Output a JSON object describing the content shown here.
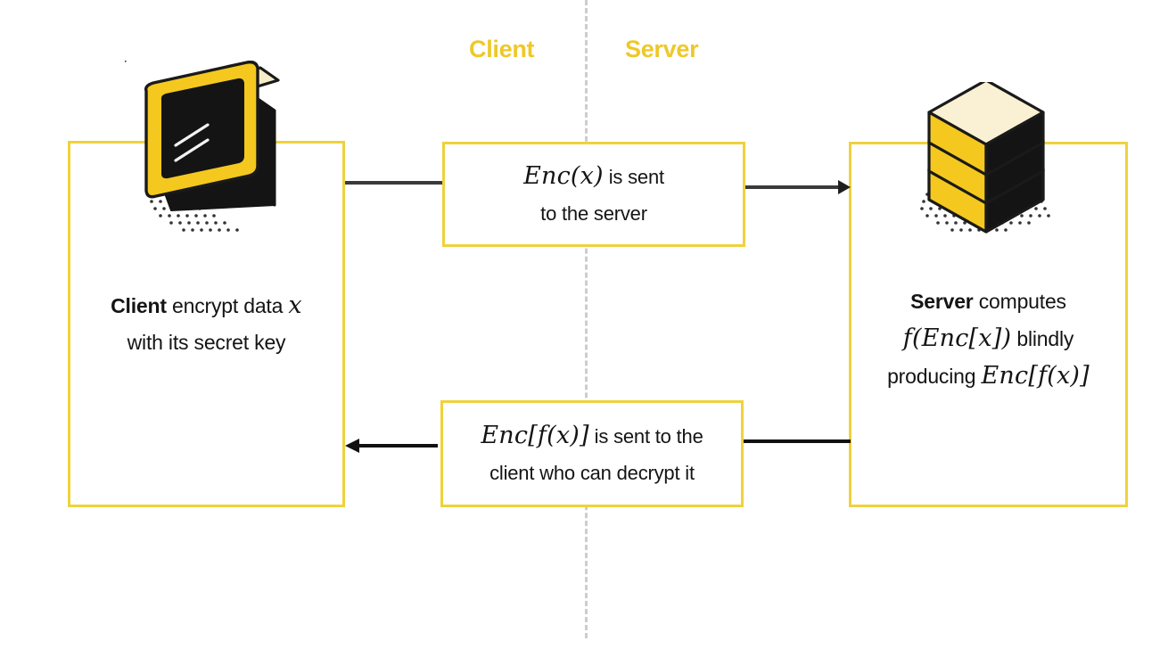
{
  "diagram": {
    "title": "Homomorphic encryption client-server flow",
    "colors": {
      "accent_yellow": "#EFC829",
      "box_border_yellow": "#EFD23C",
      "divider_gray": "#CDCDCD",
      "arrow_dark": "#3A3A3A",
      "arrow_black": "#111111",
      "icon_cream": "#FAEDCB",
      "icon_black": "#1A1A1A",
      "text_black": "#141414"
    }
  },
  "headers": {
    "client": "Client",
    "server": "Server"
  },
  "client_panel": {
    "icon": "desktop-monitor-icon",
    "line1_bold": "Client",
    "line1_rest": " encrypt data ",
    "line1_math": "x",
    "line2": "with its secret key"
  },
  "server_panel": {
    "icon": "server-stack-icon",
    "line1_bold": "Server",
    "line1_rest": " computes",
    "line2_math": "f(Enc[x])",
    "line2_rest": " blindly",
    "line3_rest": "producing ",
    "line3_math": "Enc[f(x)]"
  },
  "messages": {
    "upward": {
      "math": "Enc(x)",
      "line1_rest": " is sent",
      "line2": "to the server",
      "direction": "client-to-server"
    },
    "downward": {
      "math": "Enc[f(x)]",
      "line1_rest": " is sent to the",
      "line2": "client who can decrypt it",
      "direction": "server-to-client"
    }
  },
  "arrows": {
    "top_label": "arrow pointing right to server",
    "bottom_label": "arrow pointing left to client"
  }
}
